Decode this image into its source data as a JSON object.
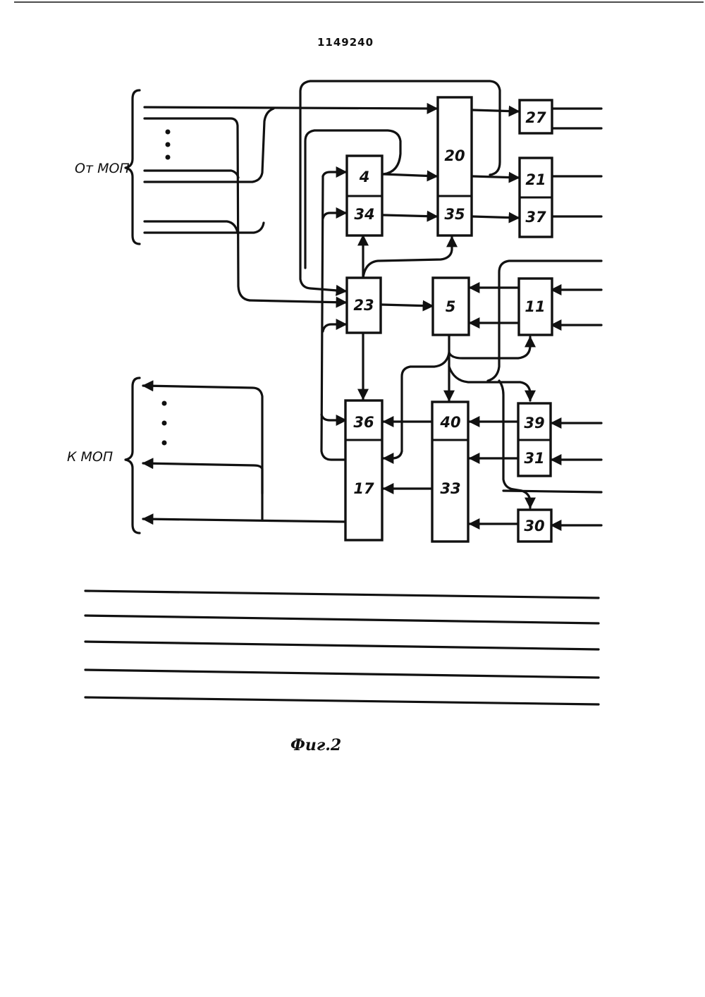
{
  "document_number": "1149240",
  "input_group_label": "От МОП",
  "output_group_label": "К МОП",
  "figure_caption": "Фиг.2",
  "blocks": {
    "b27": "27",
    "b20": "20",
    "b4": "4",
    "b34": "34",
    "b35": "35",
    "b21": "21",
    "b37": "37",
    "b23": "23",
    "b5": "5",
    "b11": "11",
    "b36": "36",
    "b17": "17",
    "b40": "40",
    "b33": "33",
    "b39": "39",
    "b31": "31",
    "b30": "30"
  }
}
